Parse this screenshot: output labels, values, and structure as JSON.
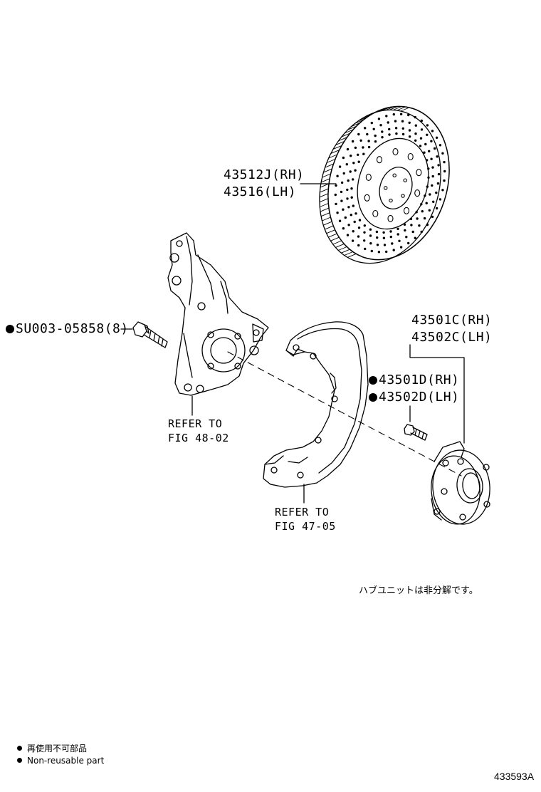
{
  "disc": {
    "rh": "43512J(RH)",
    "lh": "43516(LH)"
  },
  "bolt": {
    "part": "SU003-05858(8)"
  },
  "knuckle": {
    "refer": "REFER TO",
    "fig": "FIG 48-02"
  },
  "shield": {
    "refer": "REFER TO",
    "fig": "FIG 47-05"
  },
  "hub": {
    "rh": "43501C(RH)",
    "lh": "43502C(LH)"
  },
  "hub_bolt": {
    "rh": "43501D(RH)",
    "lh": "43502D(LH)"
  },
  "note": "ハブユニットは非分解です。",
  "legend": {
    "jp": "再使用不可部品",
    "en": "Non-reusable part"
  },
  "figure_code": "433593A"
}
